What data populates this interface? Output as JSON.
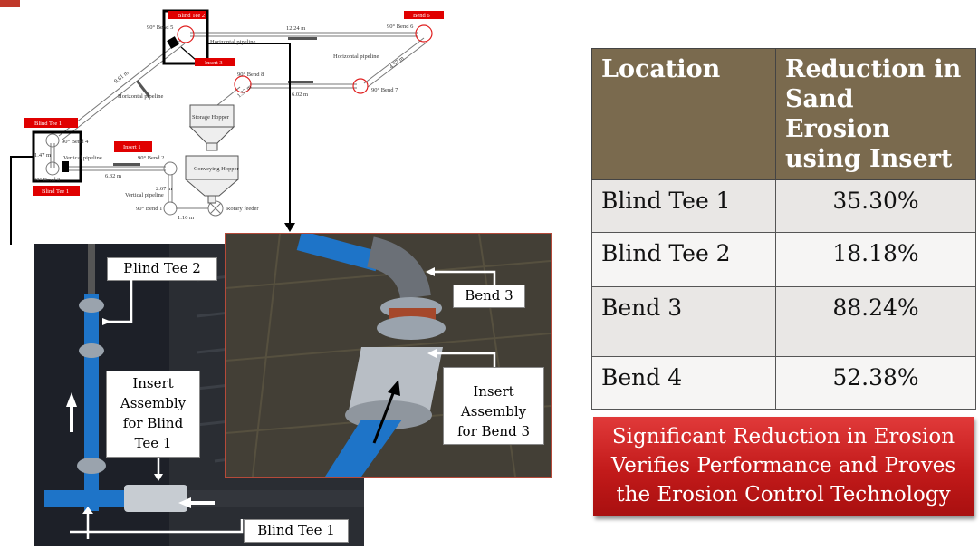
{
  "schematic": {
    "bend_labels": {
      "bend5": "90° Bend 5",
      "bend6": "90° Bend 6",
      "bend7": "90° Bend 7",
      "bend8": "90° Bend 8",
      "bend4": "90° Bend 4",
      "bend3": "90° Bend 3",
      "bend2": "90° Bend 2",
      "bend1": "90° Bend 1"
    },
    "dimensions": {
      "top": "12.24 m",
      "diag_left": "9.61 m",
      "diag_right": "4.57 m",
      "mid_short": "1.32 m",
      "mid_long": "6.02 m",
      "left_v": "1.47 m",
      "lower_h": "6.32 m",
      "lower_v": "2.67 m",
      "bottom": "1.16 m"
    },
    "text": {
      "horiz_top": "Horizontal pipeline",
      "horiz_right": "Horizontal pipeline",
      "horiz_left": "Horizontal pipeline",
      "vertical_mid": "Vertical pipeline",
      "vertical_low": "Vertical pipeline",
      "storage": "Storage Hopper",
      "conveying": "Conveying Hopper",
      "rotary": "Rotary feeder"
    },
    "red_tags": {
      "t1": "Blind Tee 2",
      "t2": "Bend 6",
      "t3": "Insert 3",
      "t4": "Blind Tee 1",
      "t5": "Insert 1",
      "t6": "Blind Tee 1"
    }
  },
  "photo_left": {
    "callout_blind_tee_2": "Blind Tee 2",
    "callout_insert_line1": "Insert",
    "callout_insert_line2": "Assembly",
    "callout_insert_line3": "for Blind",
    "callout_insert_line4": "Tee 1",
    "callout_blind_tee_1": "Blind Tee 1"
  },
  "photo_right": {
    "callout_bend_3": "Bend 3",
    "callout_insert_line1": "Insert",
    "callout_insert_line2": "Assembly",
    "callout_insert_line3": "for Bend 3"
  },
  "table": {
    "headers": [
      "Location",
      "Reduction in Sand Erosion using Insert"
    ],
    "rows": [
      {
        "location": "Blind Tee 1",
        "reduction": "35.30%"
      },
      {
        "location": "Blind Tee 2",
        "reduction": "18.18%"
      },
      {
        "location": "Bend 3",
        "reduction": "88.24%"
      },
      {
        "location": "Bend 4",
        "reduction": "52.38%"
      }
    ]
  },
  "banner": {
    "line1": "Significant Reduction in Erosion",
    "line2": "Verifies Performance and Proves",
    "line3": "the Erosion Control Technology"
  },
  "colors": {
    "table_header": "#7a6a4e",
    "banner_red": "#c21a1a",
    "tag_red": "#e00000",
    "pipe_blue": "#1e74c8"
  }
}
